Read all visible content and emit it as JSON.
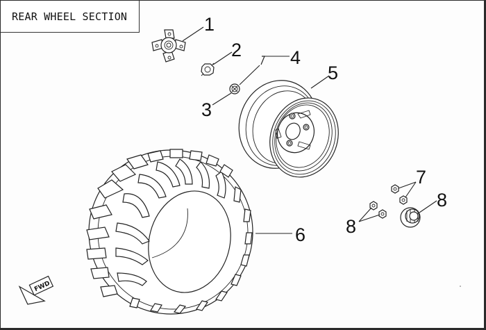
{
  "title": "REAR WHEEL SECTION",
  "callouts": [
    {
      "number": "1",
      "part": "wheel hub"
    },
    {
      "number": "2",
      "part": "castle nut"
    },
    {
      "number": "3",
      "part": "nut"
    },
    {
      "number": "4",
      "part": "cotter pin"
    },
    {
      "number": "5",
      "part": "rim"
    },
    {
      "number": "6",
      "part": "tire"
    },
    {
      "number": "7",
      "part": "lug nuts"
    },
    {
      "number": "8",
      "part": "lug nuts"
    },
    {
      "number": "8",
      "part": "hub cap nut"
    }
  ],
  "direction_marker": {
    "label": "FWD",
    "icon": "arrow-icon"
  }
}
